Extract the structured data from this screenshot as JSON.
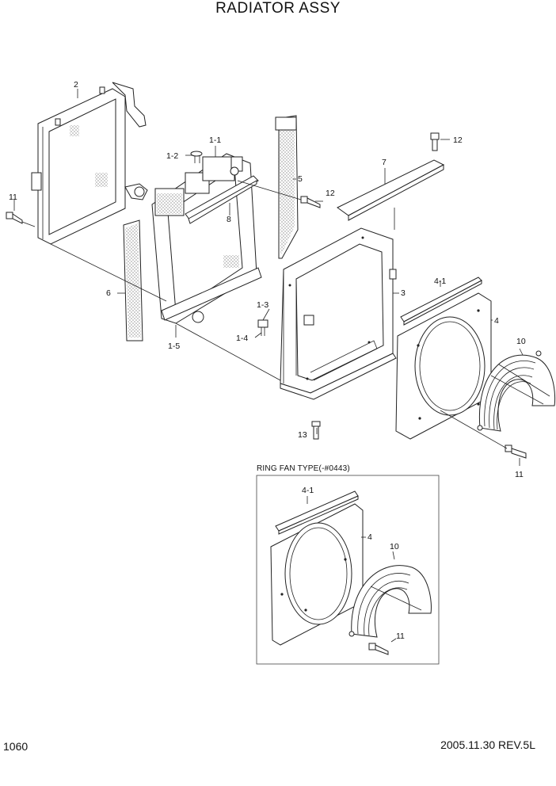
{
  "title": "RADIATOR ASSY",
  "inset_title": "RING FAN TYPE(-#0443)",
  "footer": {
    "page_number": "1060",
    "revision": "2005.11.30  REV.5L"
  },
  "callouts": {
    "c2": "2",
    "c11a": "11",
    "c1_1": "1-1",
    "c1_2": "1-2",
    "c5": "5",
    "c12a": "12",
    "c12b": "12",
    "c7": "7",
    "c8": "8",
    "c6": "6",
    "c1_3": "1-3",
    "c1_4": "1-4",
    "c1_5": "1-5",
    "c3": "3",
    "c4_1": "4-1",
    "c4": "4",
    "c10": "10",
    "c13": "13",
    "c11b": "11",
    "i4_1": "4-1",
    "i4": "4",
    "i10": "10",
    "i11": "11"
  }
}
